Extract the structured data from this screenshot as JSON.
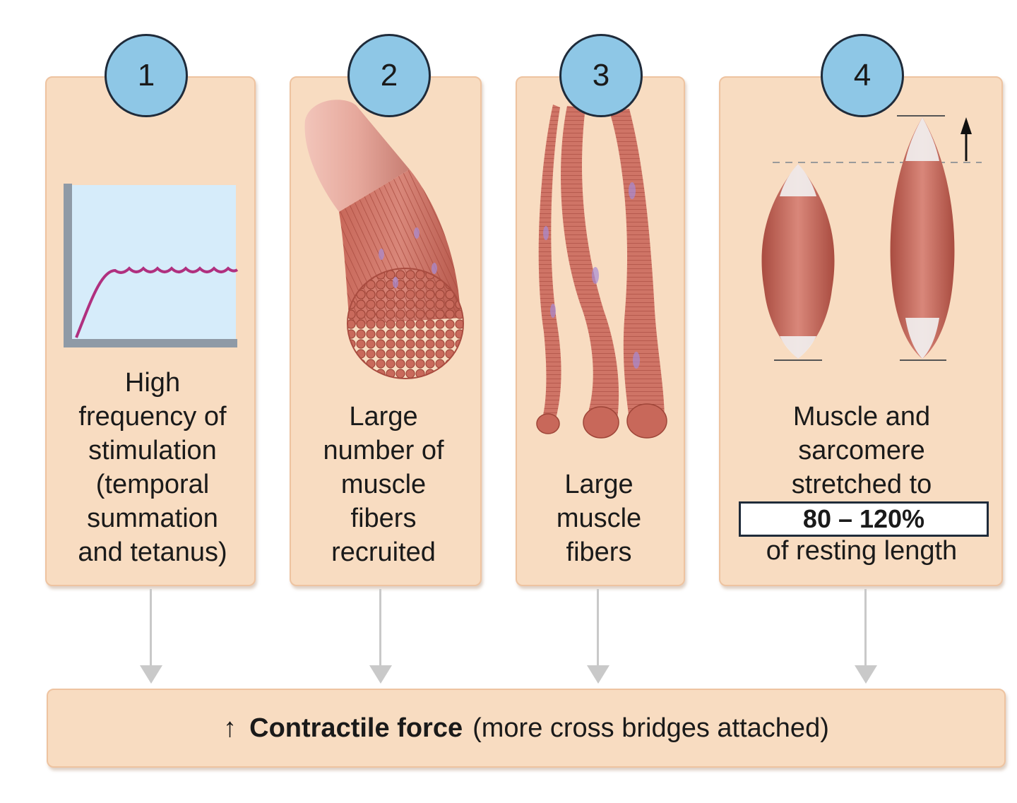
{
  "factors": [
    {
      "number": "1",
      "caption_lines": [
        "High",
        "frequency of",
        "stimulation",
        "(temporal",
        "summation",
        "and tetanus)"
      ]
    },
    {
      "number": "2",
      "caption_lines": [
        "Large",
        "number of",
        "muscle",
        "fibers",
        "recruited"
      ]
    },
    {
      "number": "3",
      "caption_lines": [
        "Large",
        "muscle",
        "fibers"
      ]
    },
    {
      "number": "4",
      "caption_lines": [
        "Muscle and",
        "sarcomere",
        "stretched to"
      ],
      "range": "80 – 120%",
      "caption_after": "of resting length"
    }
  ],
  "result": {
    "arrow_symbol": "↑",
    "bold_text": "Contractile force",
    "detail_text": "(more cross bridges attached)"
  },
  "colors": {
    "panel_fill": "#f8dcc1",
    "badge_fill": "#8ec7e6",
    "graph_bg": "#d6ecfa",
    "tetanus_curve": "#b0307f",
    "muscle": "#c8685a",
    "connector": "#c9c9c9"
  }
}
